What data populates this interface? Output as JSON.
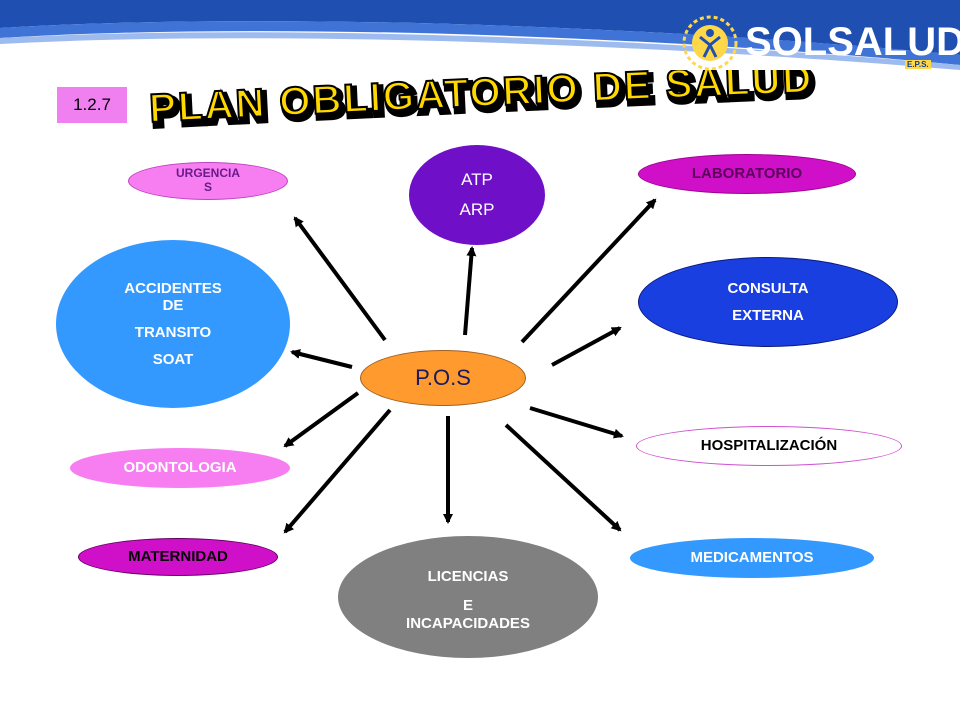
{
  "slide": {
    "number": "1.2.7",
    "title": "PLAN OBLIGATORIO DE SALUD",
    "logo_text": "SOLSALUD",
    "logo_sub": "E.P.S."
  },
  "nodes": {
    "center": "P.O.S",
    "urgencias": [
      "URGENCIA",
      "S"
    ],
    "atp": [
      "ATP",
      "ARP"
    ],
    "laboratorio": "LABORATORIO",
    "accidentes": [
      "ACCIDENTES",
      "DE",
      "TRANSITO",
      "SOAT"
    ],
    "consulta": [
      "CONSULTA",
      "EXTERNA"
    ],
    "hospitalizacion": "HOSPITALIZACIÓN",
    "odontologia": "ODONTOLOGIA",
    "maternidad": "MATERNIDAD",
    "licencias": [
      "LICENCIAS",
      "E",
      "INCAPACIDADES"
    ],
    "medicamentos": "MEDICAMENTOS"
  },
  "colors": {
    "header_blue": "#1f4fb0",
    "center_orange": "#ff9a2e",
    "purple": "#6f10c8",
    "sky_blue": "#3399ff",
    "royal_blue": "#1a3fe0",
    "magenta": "#d010c8",
    "pink": "#f77ef0",
    "gray": "#808080"
  }
}
